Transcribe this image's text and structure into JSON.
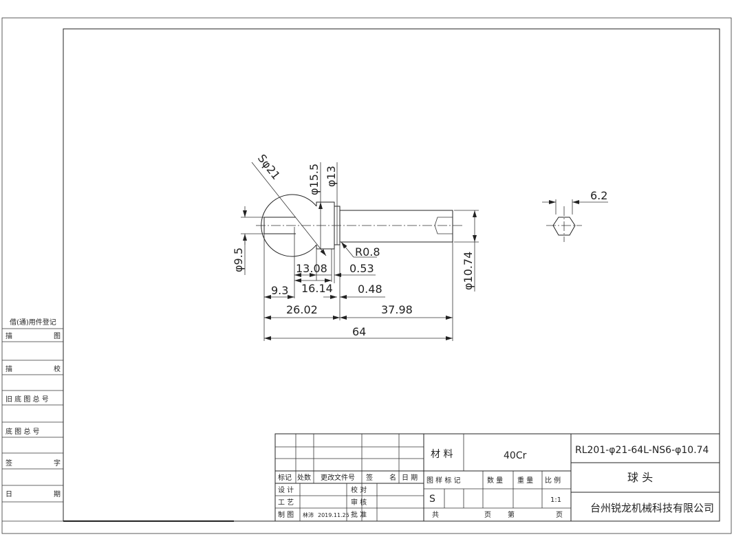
{
  "dimensions": {
    "sphere": "Sφ21",
    "neck_dia": "φ15.5",
    "groove_dia": "φ13",
    "shank_dia": "φ9.5",
    "body_dia": "φ10.74",
    "radius": "R0.8",
    "d_13_08": "13.08",
    "d_0_53": "0.53",
    "d_16_14": "16.14",
    "d_0_48": "0.48",
    "d_9_3": "9.3",
    "d_26_02": "26.02",
    "d_37_98": "37.98",
    "d_64": "64",
    "hex": "6.2"
  },
  "side_panel": {
    "reg": "借(通)用件登记",
    "r1a": "描",
    "r1b": "图",
    "r2a": "描",
    "r2b": "校",
    "r3": "旧 底 图 总 号",
    "r4": "底  图  总  号",
    "r5a": "签",
    "r5b": "字",
    "r6a": "日",
    "r6b": "期"
  },
  "title_block": {
    "mark": "标记",
    "count": "处数",
    "change_doc": "更改文件号",
    "sign": "签",
    "name": "名",
    "date": "日 期",
    "design": "设  计",
    "check": "校  对",
    "process": "工  艺",
    "review": "审  核",
    "draw": "制  图",
    "drawer": "林沛",
    "draw_date": "2019.11.25",
    "approve": "批  准",
    "material_label": "材  料",
    "material": "40Cr",
    "stage_label": "图  样  标  记",
    "qty_label": "数  量",
    "weight_label": "重  量",
    "scale_label": "比  例",
    "stage": "S",
    "scale": "1:1",
    "total": "共",
    "page": "页",
    "no": "第",
    "page2": "页",
    "part_no": "RL201-φ21-64L-NS6-φ10.74",
    "part_name": "球  头",
    "company": "台州锐龙机械科技有限公司"
  }
}
